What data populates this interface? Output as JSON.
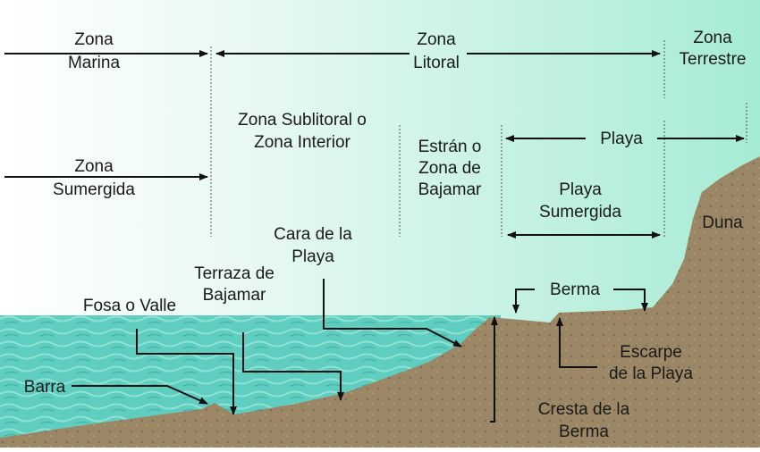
{
  "labels": {
    "zona_marina": [
      "Zona",
      "Marina"
    ],
    "zona_litoral": [
      "Zona",
      "Litoral"
    ],
    "zona_terrestre": [
      "Zona",
      "Terrestre"
    ],
    "zona_sublitoral": [
      "Zona Sublitoral o",
      "Zona Interior"
    ],
    "estran": [
      "Estrán o",
      "Zona de",
      "Bajamar"
    ],
    "playa": "Playa",
    "playa_sumergida": [
      "Playa",
      "Sumergida"
    ],
    "zona_sumergida": [
      "Zona",
      "Sumergida"
    ],
    "duna": "Duna",
    "cara_playa": [
      "Cara de la",
      "Playa"
    ],
    "terraza": [
      "Terraza de",
      "Bajamar"
    ],
    "fosa": "Fosa o Valle",
    "berma": "Berma",
    "escarpe": [
      "Escarpe",
      "de la Playa"
    ],
    "barra": "Barra",
    "cresta": [
      "Cresta de la",
      "Berma"
    ]
  },
  "colors": {
    "sand": "#9b8766",
    "water": "#5fcdbf",
    "sky": "#a6ebd5"
  }
}
